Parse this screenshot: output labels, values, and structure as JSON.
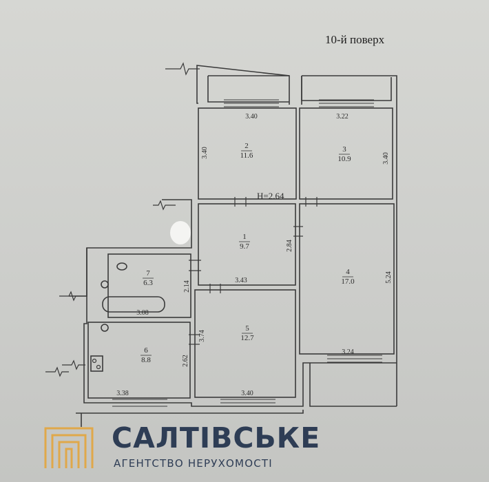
{
  "floor_title": "10-й поверх",
  "height_label": "H=2.64",
  "rooms": [
    {
      "number": "1",
      "area": "9.7"
    },
    {
      "number": "2",
      "area": "11.6"
    },
    {
      "number": "3",
      "area": "10.9"
    },
    {
      "number": "4",
      "area": "17.0"
    },
    {
      "number": "5",
      "area": "12.7"
    },
    {
      "number": "6",
      "area": "8.8"
    },
    {
      "number": "7",
      "area": "6.3"
    }
  ],
  "dimensions": {
    "room2_width": "3.40",
    "room2_height": "3.40",
    "room3_width": "3.22",
    "room3_height": "3.40",
    "room1_width": "3.43",
    "room1_height": "2.84",
    "room4_height": "5.24",
    "room4_width": "3.24",
    "room7_height": "2.14",
    "bath_width": "3.08",
    "room5_height": "3.74",
    "room5_width": "3.40",
    "room6_height": "2.62",
    "room6_width": "3.38"
  },
  "brand": {
    "name": "САЛТІВСЬКЕ",
    "subtitle": "АГЕНТСТВО НЕРУХОМОСТІ",
    "logo_icon": "building-columns-logo-icon",
    "logo_color": "#e0a84a",
    "text_color": "#2e3d55"
  }
}
